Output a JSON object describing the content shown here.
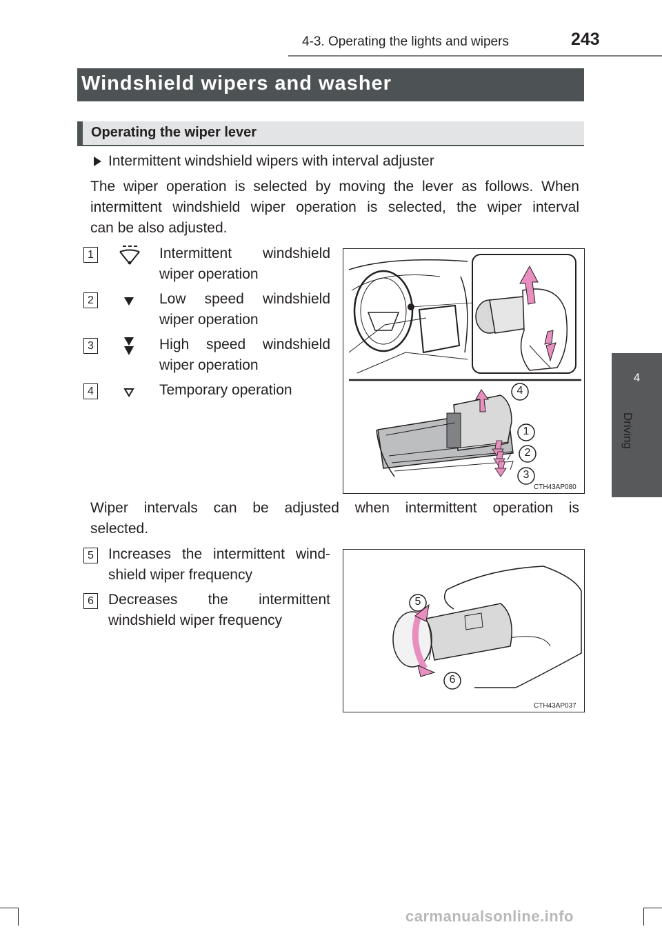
{
  "header": {
    "section": "4-3. Operating the lights and wipers",
    "page_number": "243"
  },
  "side_tab": {
    "chapter_number": "4",
    "chapter_label": "Driving"
  },
  "section_title": "Windshield wipers and washer",
  "subsection_title": "Operating the wiper lever",
  "bullet_text": "Intermittent windshield wipers with interval adjuster",
  "intro_lines": [
    "The wiper operation is selected by moving the lever as follows. When",
    "intermittent windshield wiper operation is selected, the wiper interval",
    "can be also adjusted."
  ],
  "lever_positions": [
    {
      "number": "1",
      "icon": "intermittent-wiper-icon",
      "lines": [
        "Intermittent windshield",
        "wiper operation"
      ]
    },
    {
      "number": "2",
      "icon": "low-speed-triangle-icon",
      "lines": [
        "Low speed windshield",
        "wiper operation"
      ]
    },
    {
      "number": "3",
      "icon": "high-speed-double-triangle-icon",
      "lines": [
        "High speed windshield",
        "wiper operation"
      ]
    },
    {
      "number": "4",
      "icon": "temporary-operation-icon",
      "lines": [
        "Temporary operation"
      ]
    }
  ],
  "interval_lines": [
    "Wiper intervals can be adjusted when intermittent operation is",
    "selected."
  ],
  "interval_items": [
    {
      "number": "5",
      "lines": [
        "Increases the intermittent wind-",
        "shield wiper frequency"
      ]
    },
    {
      "number": "6",
      "lines": [
        "Decreases the intermittent",
        "windshield wiper frequency"
      ]
    }
  ],
  "figures": {
    "lever_figure_code": "CTH43AP080",
    "lever_callouts": [
      "4",
      "1",
      "2",
      "3"
    ],
    "dial_figure_code": "CTH43AP037",
    "dial_callouts": [
      "5",
      "6"
    ]
  },
  "watermark": "carmanualsonline.info",
  "colors": {
    "title_bar": "#4d5354",
    "subsection_bar": "#e3e4e5",
    "side_tab": "#58595b",
    "arrow_pink": "#e98fc0"
  }
}
